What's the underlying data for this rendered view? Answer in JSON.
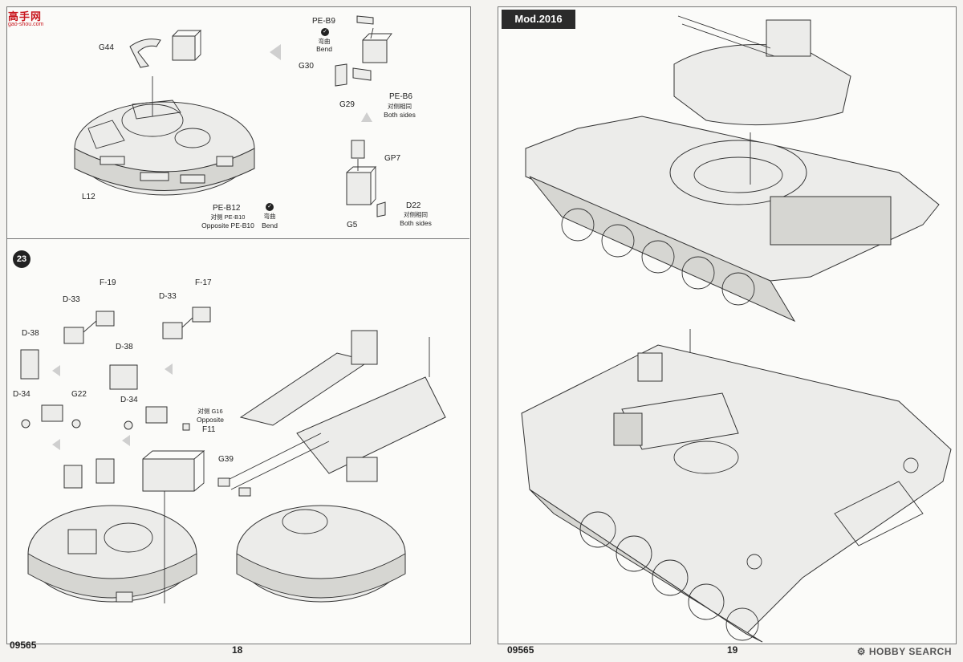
{
  "header": {
    "logo_text": "高手网",
    "logo_url_text": "gao-shou.com"
  },
  "left_page": {
    "page_number": "18",
    "catalog_number": "09565",
    "step": "23",
    "labels": {
      "g44": "G44",
      "l12": "L12",
      "pe_b9": "PE-B9",
      "bend_cn_1": "弯曲",
      "bend_1": "Bend",
      "g30": "G30",
      "pe_b6": "PE-B6",
      "both_sides_cn_1": "对侧相同",
      "both_sides_1": "Both sides",
      "g29": "G29",
      "gp7": "GP7",
      "pe_b12": "PE-B12",
      "opposite_cn_1": "对侧 PE-B10",
      "opposite_1": "Opposite PE-B10",
      "bend_cn_2": "弯曲",
      "bend_2": "Bend",
      "g5": "G5",
      "d22": "D22",
      "both_sides_cn_2": "对侧相同",
      "both_sides_2": "Both sides",
      "f19": "F-19",
      "f17": "F-17",
      "d33_a": "D-33",
      "d33_b": "D-33",
      "d38_a": "D-38",
      "d38_b": "D-38",
      "d34_a": "D-34",
      "d34_b": "D-34",
      "g22": "G22",
      "opposite_cn_2": "对侧 G16",
      "opposite_2": "Opposite",
      "f11": "F11",
      "g39": "G39"
    }
  },
  "right_page": {
    "page_number": "19",
    "catalog_number": "09565",
    "version_tag": "Mod.2016"
  },
  "watermark": "HOBBY SEARCH",
  "watermark_icon": "circle-gear-icon"
}
